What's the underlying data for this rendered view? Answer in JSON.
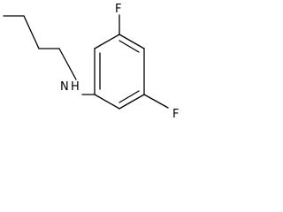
{
  "molecule": {
    "atoms": {
      "nitrogen": "N",
      "hydrogen": "H",
      "fluorine_top": "F",
      "fluorine_bottom": "F"
    }
  }
}
